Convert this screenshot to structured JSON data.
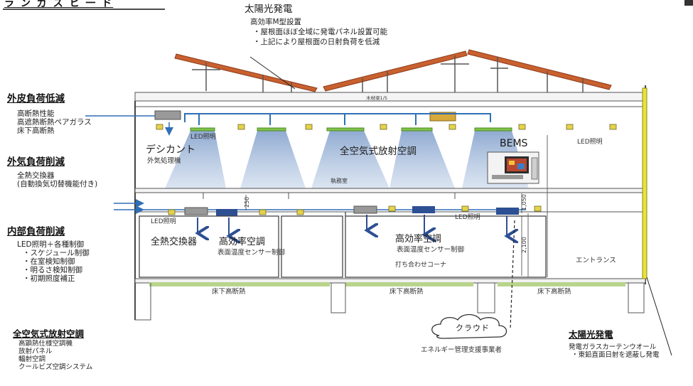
{
  "top_left_title": "ラ ン ガ ス ヒ 一 ド",
  "solar_top": {
    "heading": "太陽光発電",
    "line1": "高効率M型設置",
    "line2": "・屋根面ほぼ全域に発電パネル設置可能",
    "line3": "・上記により屋根面の日射負荷を低減"
  },
  "exterior": {
    "heading": "外皮負荷低減",
    "items": [
      "高断熱性能",
      "高遮熱断熱ペアガラス",
      "床下高断熱"
    ]
  },
  "outdoor_air": {
    "heading": "外気負荷削減",
    "items": [
      "全熱交換器",
      "(自動換気切替機能付き)"
    ]
  },
  "internal": {
    "heading": "内部負荷削減",
    "items": [
      "LED照明＋各種制御",
      "・スケジュール制御",
      "・在室検知制御",
      "・明るさ検知制御",
      "・初期照度補正"
    ]
  },
  "radiant": {
    "heading": "全空気式放射空調",
    "items": [
      "高顕熱仕様空調機",
      "放射パネル",
      "輻射空調",
      "クールビズ空調システム"
    ]
  },
  "building_labels": {
    "led_upper": "LED照明",
    "led_right": "LED照明",
    "led_lower_left": "LED照明",
    "led_lower_right": "LED照明",
    "desiccant": "デシカント",
    "desiccant_sub": "外気処理機",
    "radiant_ac": "全空気式放射空調",
    "office": "執務室",
    "bems": "BEMS",
    "heat_exchanger": "全熱交換器",
    "high_eff_ac1": "高効率空調",
    "high_eff_ac1_sub": "表面温度センサー制御",
    "high_eff_ac2": "高効率空調",
    "high_eff_ac2_sub": "表面温度センサー制御",
    "meeting": "打ち合わせコーナ",
    "entrance": "エントランス",
    "floor1": "床下高断熱",
    "floor2": "床下高断熱",
    "floor3": "床下高断熱",
    "ceiling_dim": "木材梁1/5",
    "dim1": "250",
    "dim2": "1,050",
    "dim3": "2,100"
  },
  "cloud": {
    "label": "クラウド",
    "caption": "エネルギー管理支援事業者"
  },
  "solar_bottom": {
    "heading": "太陽光発電",
    "line1": "発電ガラスカーテンウオール",
    "line2": "・東鉛直面日射を遮蔽し発電"
  },
  "colors": {
    "roof": "#c9602f",
    "arrow": "#2f6fb6",
    "light_cone": "#9fb8d8",
    "equipment_blue": "#2d4f93",
    "led_panel": "#7fc24a",
    "floor_insulation": "#b9d48c",
    "curtain_wall": "#e8e23a"
  }
}
